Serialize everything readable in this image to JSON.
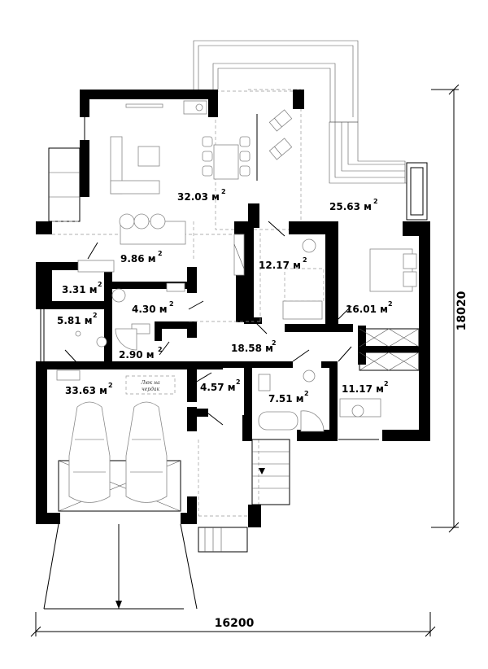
{
  "plan": {
    "rooms": [
      {
        "id": "living",
        "area": "32.03",
        "unit": "м",
        "exp": "2"
      },
      {
        "id": "terrace",
        "area": "25.63",
        "unit": "м",
        "exp": "2"
      },
      {
        "id": "kitchen",
        "area": "9.86",
        "unit": "м",
        "exp": "2"
      },
      {
        "id": "hall-upper",
        "area": "12.17",
        "unit": "м",
        "exp": "2"
      },
      {
        "id": "pantry",
        "area": "3.31",
        "unit": "м",
        "exp": "2"
      },
      {
        "id": "bath-small",
        "area": "4.30",
        "unit": "м",
        "exp": "2"
      },
      {
        "id": "bedroom-main",
        "area": "16.01",
        "unit": "м",
        "exp": "2"
      },
      {
        "id": "boiler",
        "area": "5.81",
        "unit": "м",
        "exp": "2"
      },
      {
        "id": "shower",
        "area": "2.90",
        "unit": "м",
        "exp": "2"
      },
      {
        "id": "corridor",
        "area": "18.58",
        "unit": "м",
        "exp": "2"
      },
      {
        "id": "garage",
        "area": "33.63",
        "unit": "м",
        "exp": "2"
      },
      {
        "id": "vestibule",
        "area": "4.57",
        "unit": "м",
        "exp": "2"
      },
      {
        "id": "bathroom",
        "area": "7.51",
        "unit": "м",
        "exp": "2"
      },
      {
        "id": "bedroom-second",
        "area": "11.17",
        "unit": "м",
        "exp": "2"
      }
    ],
    "note": {
      "line1": "Люк на",
      "line2": "чердак"
    },
    "dimensions": {
      "width": "16200",
      "height": "18020"
    }
  }
}
